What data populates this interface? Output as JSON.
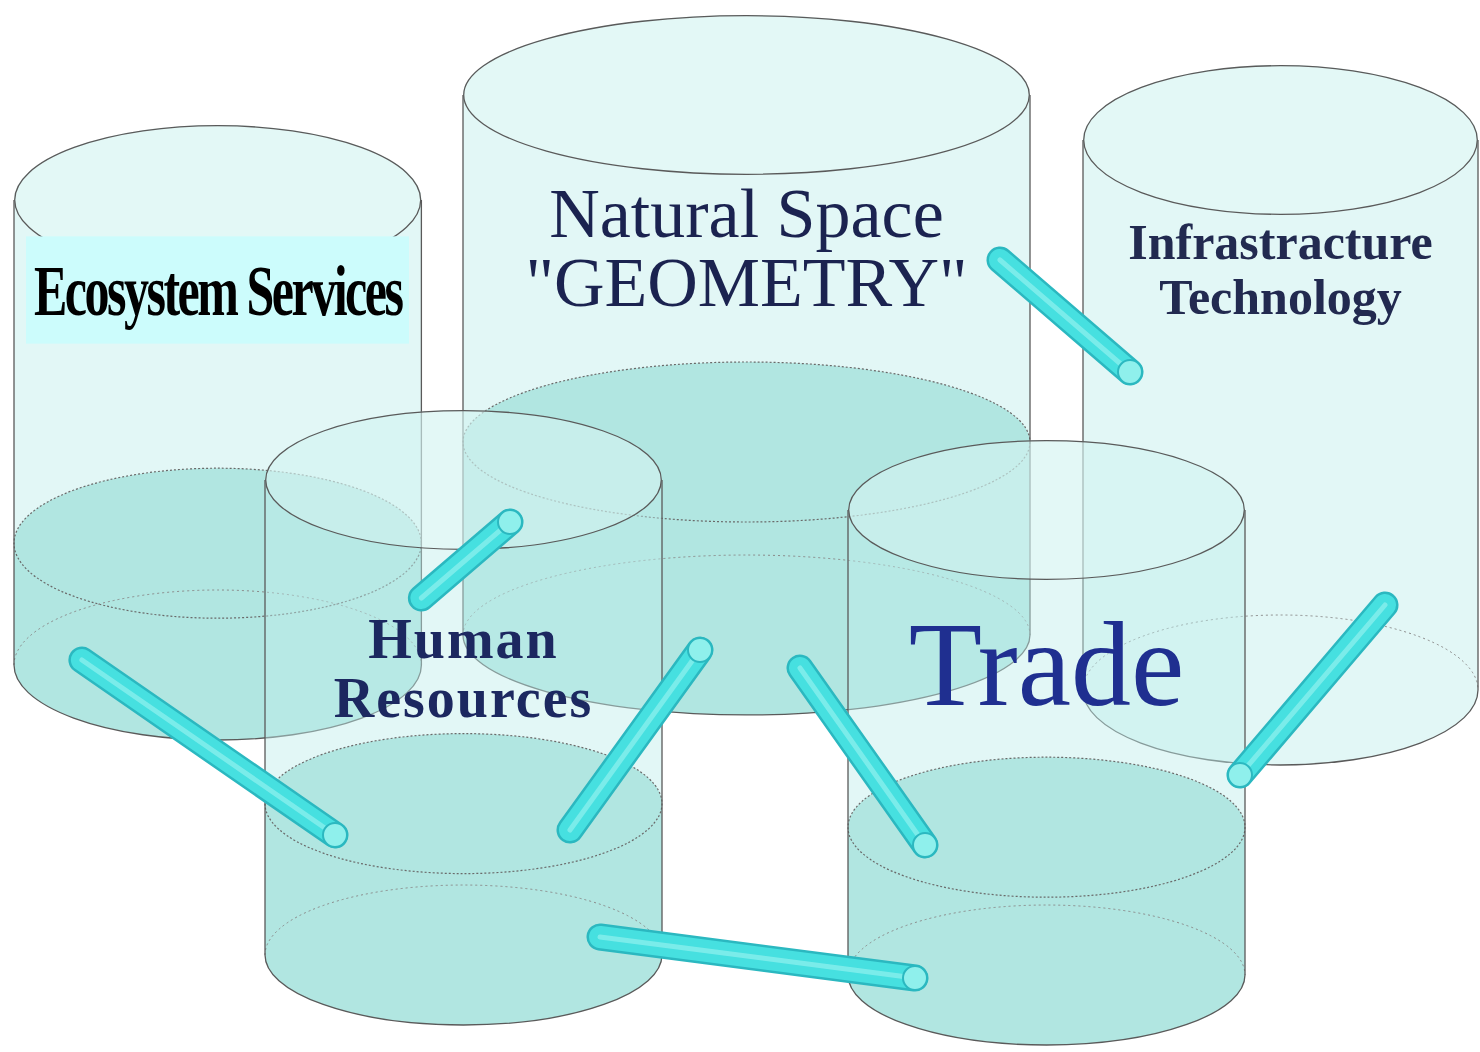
{
  "diagram": {
    "nodes": [
      {
        "text": [
          "Ecosystem Services"
        ]
      },
      {
        "text": [
          "Natural Space \"GEOMETRY\""
        ]
      },
      {
        "text": [
          "Infrastracture Technology"
        ]
      },
      {
        "text": [
          "Human Resources"
        ]
      },
      {
        "text": [
          "Trade"
        ]
      }
    ],
    "edges": [
      {
        "from": 0,
        "to": 3,
        "arrow": "none"
      },
      {
        "from": 0,
        "to": 1,
        "arrow": "none"
      },
      {
        "from": 1,
        "to": 2,
        "arrow": "none"
      },
      {
        "from": 3,
        "to": 1,
        "arrow": "none"
      },
      {
        "from": 1,
        "to": 4,
        "arrow": "none"
      },
      {
        "from": 3,
        "to": 4,
        "arrow": "none"
      },
      {
        "from": 2,
        "to": 4,
        "arrow": "none"
      }
    ]
  }
}
